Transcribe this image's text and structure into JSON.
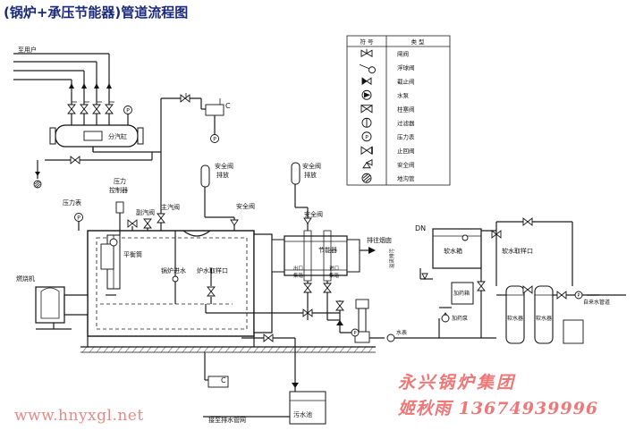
{
  "title": "(锅炉+承压节能器)管道流程图",
  "watermark": {
    "website": "www.hnyxgl.net",
    "company": "永兴锅炉集团",
    "contact": "姬秋雨 13674939996"
  },
  "legend": {
    "header_symbol": "符 号",
    "header_type": "类 型",
    "items": [
      {
        "icon": "gate-valve-icon",
        "label": "闸阀"
      },
      {
        "icon": "float-valve-icon",
        "label": "浮球阀"
      },
      {
        "icon": "stop-valve-icon",
        "label": "截止阀"
      },
      {
        "icon": "pump-icon",
        "label": "水泵"
      },
      {
        "icon": "plunger-valve-icon",
        "label": "柱塞阀"
      },
      {
        "icon": "filter-icon",
        "label": "过滤器"
      },
      {
        "icon": "pressure-gauge-icon",
        "label": "压力表"
      },
      {
        "icon": "check-valve-icon",
        "label": "止回阀"
      },
      {
        "icon": "safety-valve-icon",
        "label": "安全阀"
      },
      {
        "icon": "drain-pipe-icon",
        "label": "地沟管"
      }
    ]
  },
  "labels": {
    "to_user": "至用户",
    "steam_header": "分汽缸",
    "pressure_gauge": "压力表",
    "pressure_controller_1": "压力",
    "pressure_controller_2": "控制器",
    "aux_steam_valve": "副汽阀",
    "main_steam_valve": "主汽阀",
    "safety_vent_1_a": "安全阀",
    "safety_vent_1_b": "排放",
    "safety_vent_2_a": "安全阀",
    "safety_vent_2_b": "排放",
    "safety_valve_1": "安全阀",
    "safety_valve_2": "安全阀",
    "economizer": "节能器",
    "flue_outlet": "排往烟囱",
    "inlet_1": "进口",
    "inlet_2": "集箱",
    "outlet_1": "出口",
    "outlet_2": "集箱",
    "burner": "燃烧机",
    "balance_tube": "平衡筒",
    "boiler_inlet": "锅炉进水",
    "sampling_port": "炉水取样口",
    "dn": "DN",
    "soft_water_tank": "软水箱",
    "overflow": "溢流排污",
    "soft_water_sampling": "软水取样口",
    "dosing_tank": "加药箱",
    "dosing_pump": "加药泵",
    "softener_1": "软水器",
    "softener_2": "软水器",
    "tap_water": "自来水管道",
    "water_meter": "水表",
    "drain_network": "接至排水管网",
    "sewage_pool": "污水池"
  }
}
